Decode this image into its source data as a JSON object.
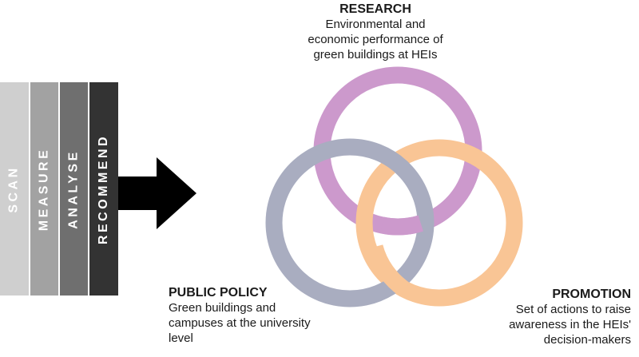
{
  "stages": {
    "scan": "SCAN",
    "measure": "MEASURE",
    "analyse": "ANALYSE",
    "recommend": "RECOMMEND"
  },
  "research": {
    "title": "RESEARCH",
    "lines": [
      "Environmental and",
      "economic performance of",
      "green buildings at HEIs"
    ]
  },
  "public_policy": {
    "title": "PUBLIC POLICY",
    "lines": [
      "Green buildings and",
      "campuses at the university",
      "level"
    ]
  },
  "promotion": {
    "title": "PROMOTION",
    "lines": [
      "Set of actions to raise",
      "awareness in the HEIs'",
      "decision-makers"
    ]
  },
  "colors": {
    "research_ring": "#cc99cc",
    "policy_ring": "#a9adc0",
    "promotion_ring": "#f9c595",
    "arrow": "#000000"
  }
}
